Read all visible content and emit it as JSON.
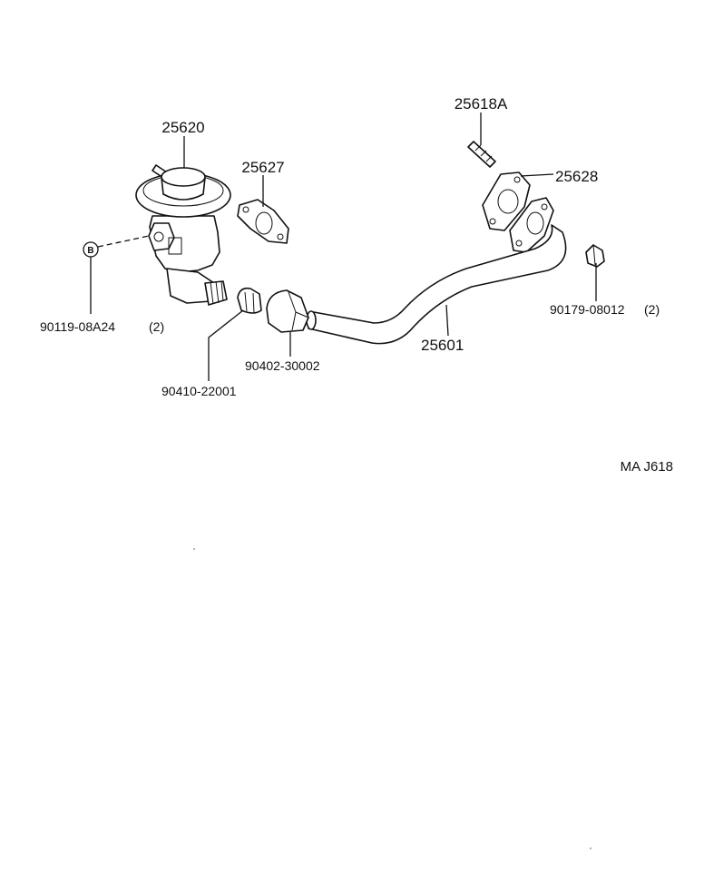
{
  "labels": {
    "egr_valve": "25620",
    "gasket_valve": "25627",
    "stud": "25618A",
    "gasket_pipe": "25628",
    "pipe": "25601",
    "bolt": "90119-08A24",
    "bolt_qty": "(2)",
    "nut": "90179-08012",
    "nut_qty": "(2)",
    "hose_small": "90410-22001",
    "hose_large": "90402-30002",
    "ref_letter": "B",
    "drawing_code": "MA  J618"
  }
}
